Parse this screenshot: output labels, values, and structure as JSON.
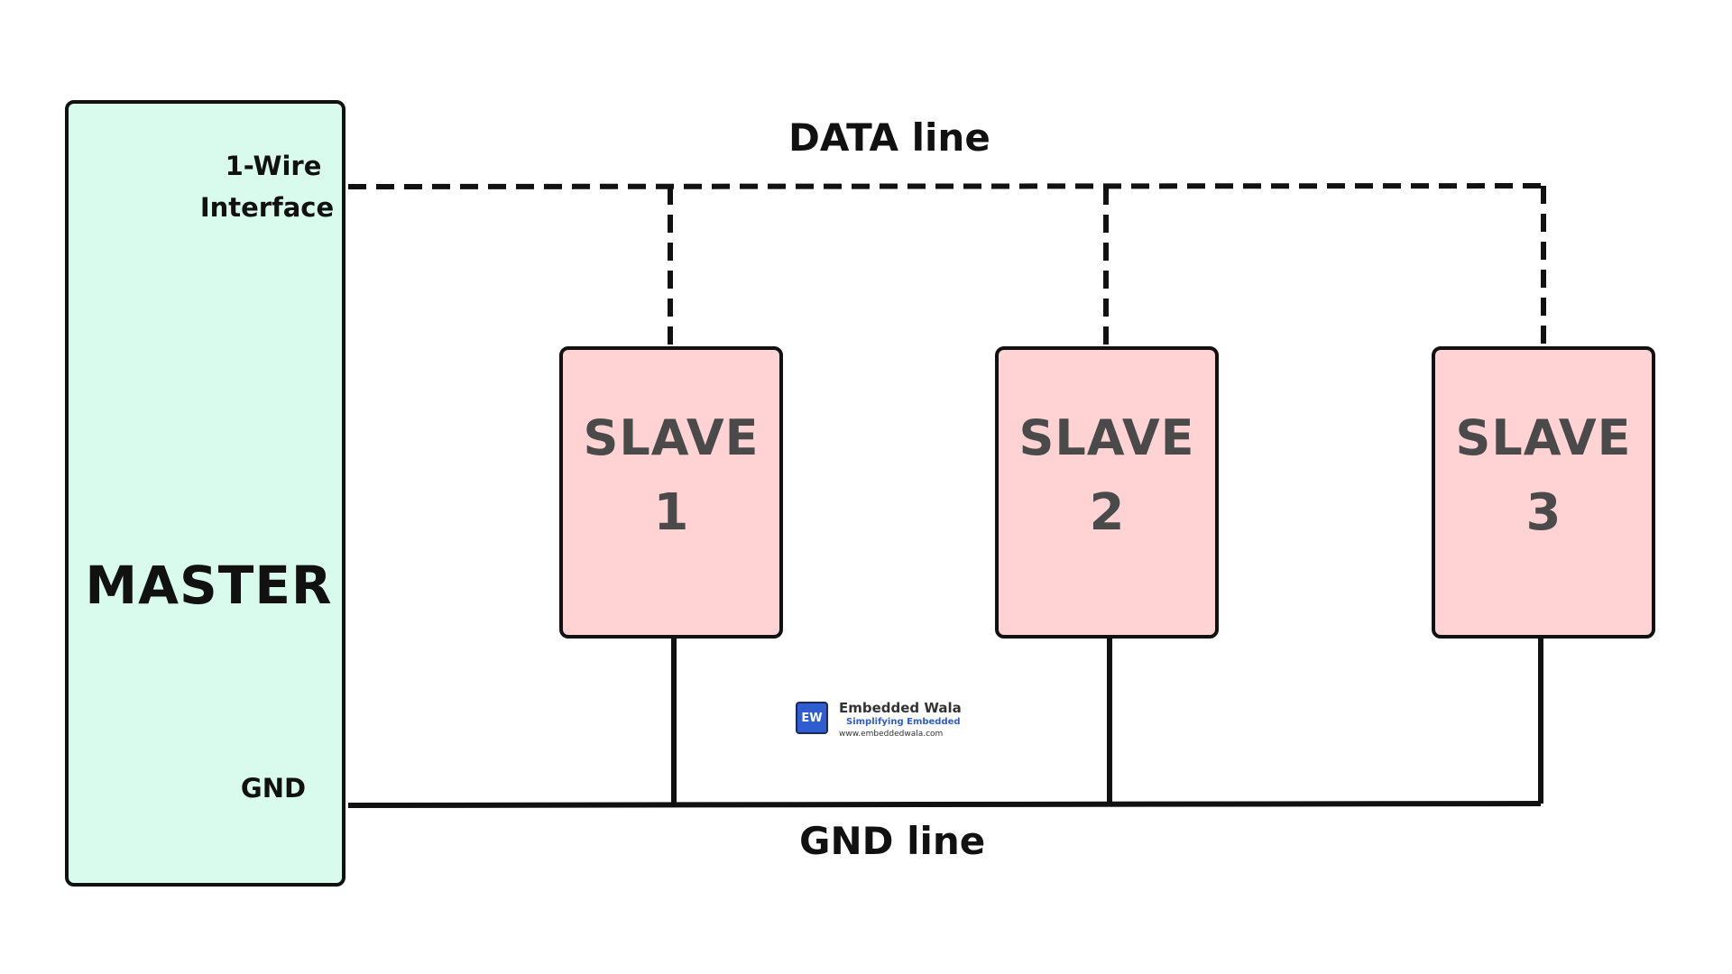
{
  "master": {
    "title": "MASTER",
    "interface_label_line1": "1-Wire",
    "interface_label_line2": "Interface",
    "gnd_label": "GND"
  },
  "slaves": [
    {
      "name": "SLAVE",
      "number": "1"
    },
    {
      "name": "SLAVE",
      "number": "2"
    },
    {
      "name": "SLAVE",
      "number": "3"
    }
  ],
  "lines": {
    "data_label": "DATA line",
    "gnd_label": "GND line"
  },
  "logo": {
    "badge": "EW",
    "name": "Embedded Wala",
    "tagline": "Simplifying Embedded",
    "url": "www.embeddedwala.com"
  },
  "colors": {
    "master_fill": "#d9fbee",
    "slave_fill": "#ffd2d4",
    "slave_text": "#4a4a4a",
    "wire": "#111111",
    "logo_accent": "#2f5dd0"
  }
}
